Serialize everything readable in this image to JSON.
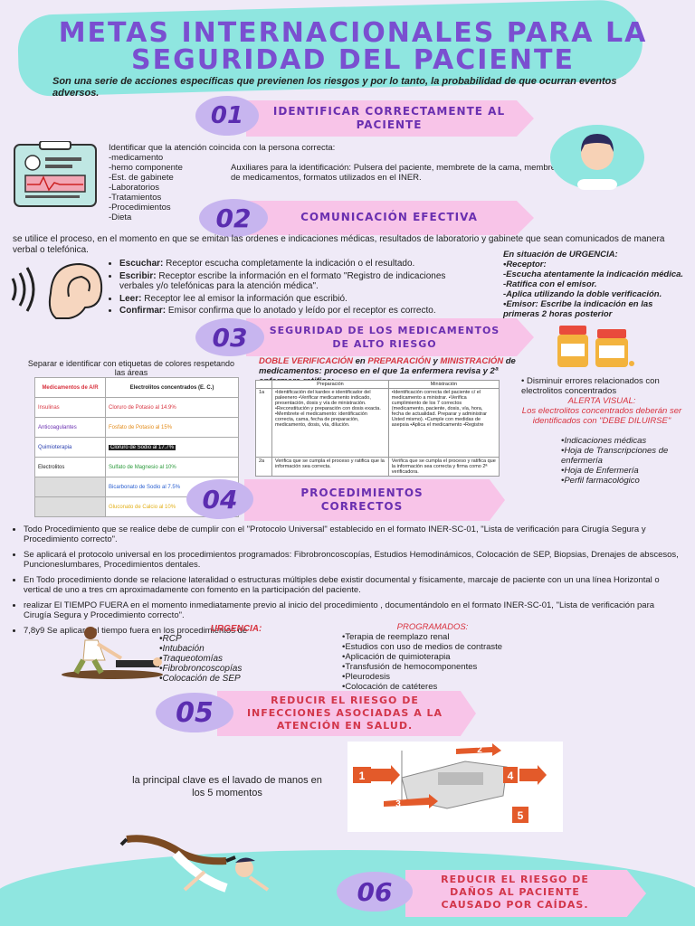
{
  "title": "METAS INTERNACIONALES PARA LA SEGURIDAD DEL PACIENTE",
  "intro": "Son una serie de acciones específicas que previenen los riesgos y por lo tanto, la probabilidad de que ocurran eventos adversos.",
  "s1": {
    "num": "01",
    "title": "IDENTIFICAR CORRECTAMENTE AL PACIENTE",
    "list_intro": "Identificar que la atención coincida con la persona correcta:",
    "items": [
      "-medicamento",
      "-hemo componente",
      "-Est. de gabinete",
      "-Laboratorios",
      "-Tratamientos",
      "-Procedimientos",
      "-Dieta"
    ],
    "aux": "Auxiliares para la identificación: Pulsera del paciente, membrete de la cama, membrete de medicamentos, formatos utilizados en el INER."
  },
  "s2": {
    "num": "02",
    "title": "COMUNICACIÓN EFECTIVA",
    "intro": "se utilice el proceso, en el momento en que se emitan las ordenes e indicaciones médicas, resultados de laboratorio y gabinete que sean comunicados de manera verbal o telefónica.",
    "steps": [
      {
        "k": "Escuchar:",
        "v": " Receptor escucha completamente la indicación o el resultado."
      },
      {
        "k": "Escribir:",
        "v": " Receptor escribe la información en el formato \"Registro de indicaciones verbales y/o telefónicas para la atención médica\"."
      },
      {
        "k": "Leer:",
        "v": " Receptor lee al emisor la información que escribió."
      },
      {
        "k": "Confirmar:",
        "v": " Emisor confirma que lo anotado y leído por el receptor es correcto."
      }
    ],
    "urgency": [
      "En situación de URGENCIA:",
      "•Receptor:",
      "-Escucha atentamente la indicación médica.",
      "-Ratifica con el emisor.",
      "-Aplica utilizando la doble verificación.",
      "•Emisor: Escribe la indicación en las primeras 2 horas posterior"
    ]
  },
  "s3": {
    "num": "03",
    "title": "SEGURIDAD DE LOS MEDICAMENTOS DE ALTO RIESGO",
    "sep": "Separar e identificar con etiquetas de colores respetando las áreas",
    "table_headers": [
      "Medicamentos de A/R",
      "Electrolitos concentrados (E. C.)"
    ],
    "table_rows": [
      {
        "a": "Insulinas",
        "b": "Cloruro de Potasio al 14.9%"
      },
      {
        "a": "Anticoagulantes",
        "b": "Fosfato de Potasio al 15%"
      },
      {
        "a": "Quimioterapia",
        "b": "Cloruro de Sodio al 17.7%"
      },
      {
        "a": "Electrolitos",
        "b": "Sulfato de Magnesio al 10%"
      },
      {
        "a": "",
        "b": "Bicarbonato de Sodio al 7.5%"
      },
      {
        "a": "",
        "b": "Gluconato de Calcio al 10%"
      }
    ],
    "dv_1": "DOBLE VERIFICACIÓN",
    "dv_2": " en ",
    "dv_3": "PREPARACIÓN",
    "dv_4": " y ",
    "dv_5": "MINISTRACIÓN",
    "dv_6": " de medicamentos: proceso en el que 1a enfermera revisa y 2ª enfermera ratifica:",
    "t2_headers": [
      "",
      "Preparación",
      "Ministración"
    ],
    "t2_rows": [
      {
        "r": "1a",
        "p": "•Identificación del kardex e identificador del paleenero •Verificar medicamento indicado, presentación, dosis y vía de ministración. •Reconstitución y preparación con dosis exacta. •Membrete el medicamento: identificación correcta, cama, fecha de preparación, medicamento, dosis, vía, dilución.",
        "m": "•Identificación correcta del paciente c/ el medicamento a ministrar. •Verifica cumplimiento de los 7 correctos (medicamento, paciente, dosis, vía, hora, fecha de actualidad. Preparar y administrar Usted mismo). •Cumple con medidas de asepsia •Aplica el medicamento •Registre"
      },
      {
        "r": "2a",
        "p": "Verifica que se cumpla el proceso y ratifica que la información sea correcta.",
        "m": "Verifica que se cumpla el proceso y ratifica que la información sea correcta y firma como 2ª verificadora."
      }
    ],
    "right_bullet": "Disminuir errores relacionados con electrolitos concentrados",
    "alert_title": "ALERTA VISUAL:",
    "alert_text": "Los electrolitos concentrados deberán ser identificados con \"DEBE DILUIRSE\"",
    "alert_list": [
      "•Indicaciones médicas",
      "•Hoja de Transcripciones de enfermería",
      "•Hoja de Enfermería",
      "•Perfil farmacológico"
    ]
  },
  "s4": {
    "num": "04",
    "title": "PROCEDIMIENTOS CORRECTOS",
    "bullets": [
      "Todo Procedimiento que se realice debe de cumplir con el \"Protocolo Universal\" establecido en el formato INER-SC-01, \"Lista de verificación para Cirugía Segura y Procedimiento correcto\".",
      "Se aplicará el protocolo universal en los procedimientos programados: Fibrobroncoscopías, Estudios Hemodinámicos, Colocación de SEP, Biopsias, Drenajes de abscesos, Puncioneslumbares, Procedimientos dentales.",
      "En Todo procedimiento donde se relacione lateralidad o estructuras múltiples debe existir documental y físicamente, marcaje de paciente con un una línea Horizontal o vertical de uno a tres cm aproximadamente con fomento en la participación del paciente.",
      "realizar El TIEMPO FUERA en el momento inmediatamente previo al inicio del procedimiento , documentándolo en el formato INER-SC-01, \"Lista de verificación para Cirugía Segura y Procedimiento correcto\".",
      "7,8y9 Se aplicará el tiempo fuera en los procedimientos de"
    ],
    "urg_title": "URGENCIA:",
    "urg_list": [
      "•RCP",
      "•Intubación",
      "•Traqueotomías",
      "•Fibrobroncoscopías",
      "•Colocación de SEP"
    ],
    "prog_title": "PROGRAMADOS:",
    "prog_list": [
      "•Terapia de reemplazo renal",
      "•Estudios con uso de medios de contraste",
      "•Aplicación de quimioterapia",
      "•Transfusión de hemocomponentes",
      "•Pleurodesis",
      "•Colocación de catéteres"
    ]
  },
  "s5": {
    "num": "05",
    "title": "REDUCIR EL RIESGO DE INFECCIONES ASOCIADAS A LA ATENCIÓN EN SALUD.",
    "text": "la principal clave es el lavado de manos en los 5 momentos",
    "moments": [
      "1",
      "2",
      "3",
      "4",
      "5"
    ]
  },
  "s6": {
    "num": "06",
    "title": "REDUCIR EL RIESGO DE DAÑOS AL PACIENTE CAUSADO POR CAÍDAS."
  },
  "colors": {
    "accent": "#7a4fd0",
    "banner": "#f8c4e8",
    "teal": "#8fe6e0",
    "red": "#d8333f",
    "bg": "#efeaf7"
  }
}
